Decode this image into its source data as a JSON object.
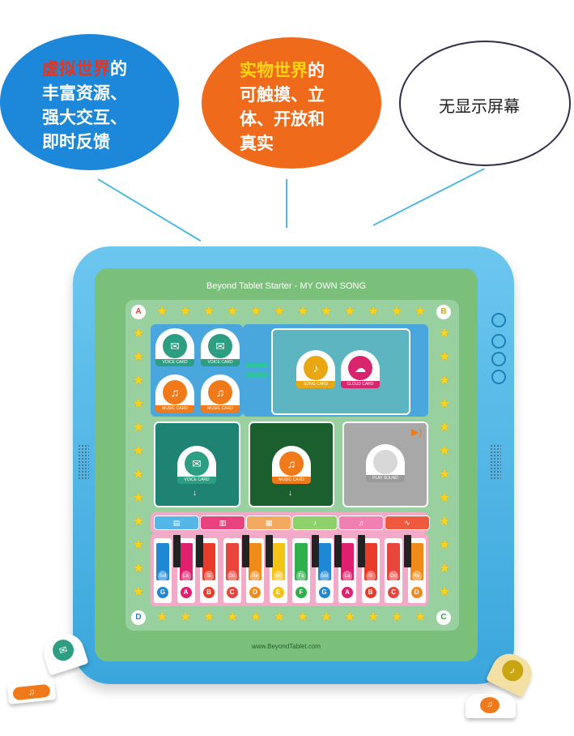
{
  "bubbles": {
    "virtual": {
      "highlight": "虚拟世界",
      "line1_rest": "的",
      "line2": "丰富资源、",
      "line3": "强大交互、",
      "line4": "即时反馈",
      "color": "#1d87d9",
      "highlight_color": "#e8331e"
    },
    "physical": {
      "highlight": "实物世界",
      "line1_rest": "的",
      "line2": "可触摸、立",
      "line3": "体、开放和",
      "line4": "真实",
      "color": "#f06a1b",
      "highlight_color": "#ffd515"
    },
    "no_screen": {
      "text": "无显示屏幕",
      "color": "#ffffff"
    }
  },
  "tablet": {
    "title": "Beyond Tablet Starter - MY OWN SONG",
    "url": "www.BeyondTablet.com",
    "corners": {
      "a": "A",
      "b": "B",
      "c": "C",
      "d": "D"
    },
    "cards": {
      "voice": "VOICE CARD",
      "music": "MUSIC CARD",
      "song": "SONG CARD",
      "cloud": "CLOUD CARD",
      "play": "PLAY SOUND"
    },
    "instruments": [
      "xylophone-icon",
      "accordion-icon",
      "marimba-icon",
      "violin-icon",
      "saxophone-icon",
      "waveform-icon"
    ],
    "keys": [
      {
        "solfege": "Sol",
        "note": "G",
        "color": "#1e88d4"
      },
      {
        "solfege": "La",
        "note": "A",
        "color": "#e0206e"
      },
      {
        "solfege": "Si",
        "note": "B",
        "color": "#ea3a2a"
      },
      {
        "solfege": "Do",
        "note": "C",
        "color": "#e9453d"
      },
      {
        "solfege": "Re",
        "note": "D",
        "color": "#f08a1a"
      },
      {
        "solfege": "Mi",
        "note": "E",
        "color": "#f4c414"
      },
      {
        "solfege": "Fa",
        "note": "F",
        "color": "#2eb04a"
      },
      {
        "solfege": "Sol",
        "note": "G",
        "color": "#1e88d4"
      },
      {
        "solfege": "La",
        "note": "A",
        "color": "#e0206e"
      },
      {
        "solfege": "Si",
        "note": "B",
        "color": "#ea3a2a"
      },
      {
        "solfege": "Do",
        "note": "C",
        "color": "#e9453d"
      },
      {
        "solfege": "Re",
        "note": "D",
        "color": "#f08a1a"
      }
    ]
  }
}
